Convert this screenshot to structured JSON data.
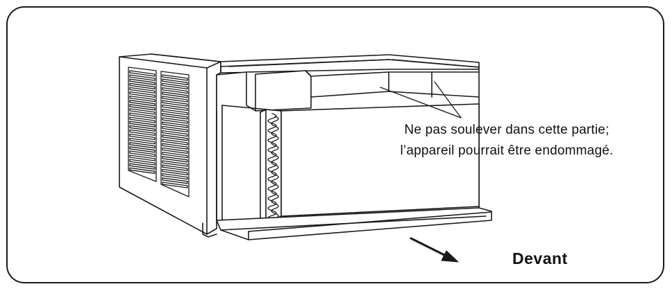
{
  "warning": {
    "line1": "Ne pas soulever dans cette partie;",
    "line2": "l’appareil pourrait être endommagé."
  },
  "direction_label": "Devant",
  "colors": {
    "stroke": "#1a1a1a",
    "background": "#ffffff"
  },
  "icons": {
    "front_arrow": "arrow-icon"
  }
}
